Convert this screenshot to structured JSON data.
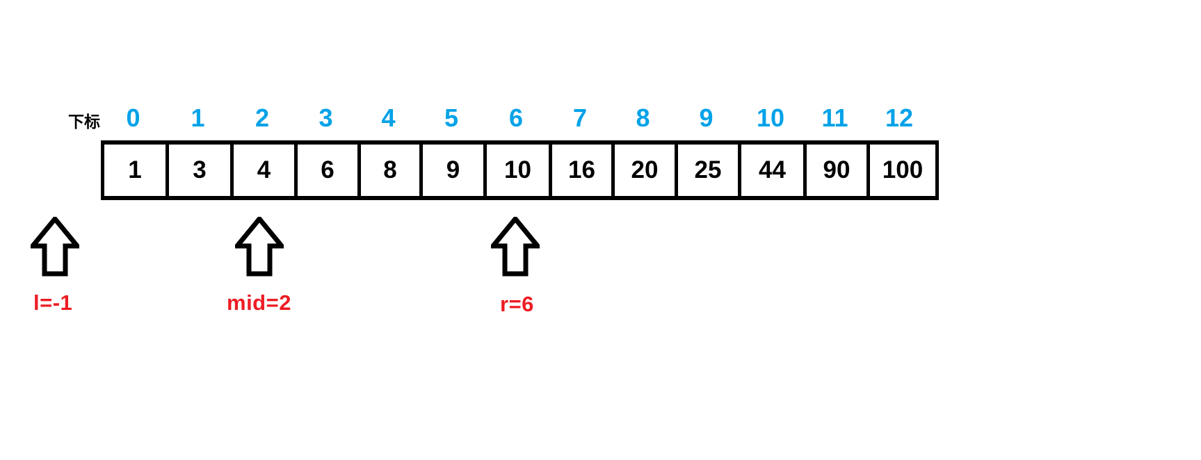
{
  "diagram": {
    "title_caption": "下标",
    "colors": {
      "index": "#00A2E8",
      "pointer": "#ED1C24",
      "border": "#000000",
      "background": "#FFFFFF"
    },
    "indices": [
      "0",
      "1",
      "2",
      "3",
      "4",
      "5",
      "6",
      "7",
      "8",
      "9",
      "10",
      "11",
      "12"
    ],
    "values": [
      "1",
      "3",
      "4",
      "6",
      "8",
      "9",
      "10",
      "16",
      "20",
      "25",
      "44",
      "90",
      "100"
    ],
    "pointers": [
      {
        "name": "left",
        "label": "l=-1",
        "index": -1
      },
      {
        "name": "mid",
        "label": "mid=2",
        "index": 2
      },
      {
        "name": "right",
        "label": "r=6",
        "index": 6
      }
    ]
  }
}
